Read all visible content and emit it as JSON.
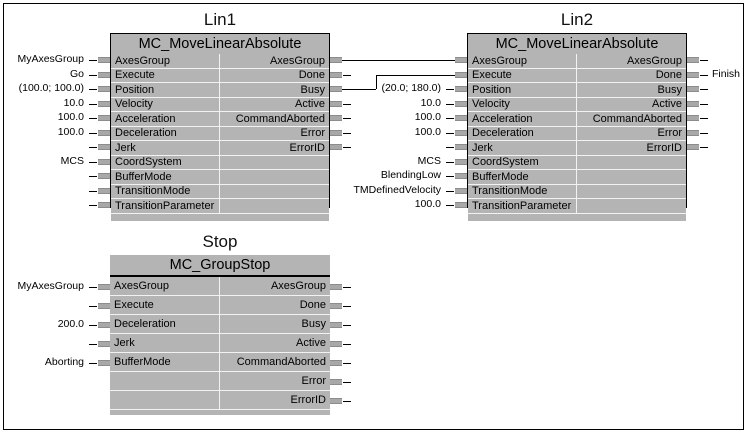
{
  "diagram": {
    "type": "function-block-diagram",
    "language": "IEC 61131-3 FBD",
    "background": "#ffffff",
    "block_fill": "#b4b4b4",
    "line_color": "#000000"
  },
  "blocks": [
    {
      "id": "lin1",
      "instance_name": "Lin1",
      "type_name": "MC_MoveLinearAbsolute",
      "inputs": [
        {
          "name": "AxesGroup",
          "value": "MyAxesGroup"
        },
        {
          "name": "Execute",
          "value": "Go"
        },
        {
          "name": "Position",
          "value": "(100.0; 100.0)"
        },
        {
          "name": "Velocity",
          "value": "10.0"
        },
        {
          "name": "Acceleration",
          "value": "100.0"
        },
        {
          "name": "Deceleration",
          "value": "100.0"
        },
        {
          "name": "Jerk",
          "value": ""
        },
        {
          "name": "CoordSystem",
          "value": "MCS"
        },
        {
          "name": "BufferMode",
          "value": ""
        },
        {
          "name": "TransitionMode",
          "value": ""
        },
        {
          "name": "TransitionParameter",
          "value": ""
        }
      ],
      "outputs": [
        {
          "name": "AxesGroup",
          "value": ""
        },
        {
          "name": "Done",
          "value": ""
        },
        {
          "name": "Busy",
          "value": ""
        },
        {
          "name": "Active",
          "value": ""
        },
        {
          "name": "CommandAborted",
          "value": ""
        },
        {
          "name": "Error",
          "value": ""
        },
        {
          "name": "ErrorID",
          "value": ""
        }
      ]
    },
    {
      "id": "lin2",
      "instance_name": "Lin2",
      "type_name": "MC_MoveLinearAbsolute",
      "inputs": [
        {
          "name": "AxesGroup",
          "value": ""
        },
        {
          "name": "Execute",
          "value": ""
        },
        {
          "name": "Position",
          "value": "(20.0; 180.0)"
        },
        {
          "name": "Velocity",
          "value": "10.0"
        },
        {
          "name": "Acceleration",
          "value": "100.0"
        },
        {
          "name": "Deceleration",
          "value": "100.0"
        },
        {
          "name": "Jerk",
          "value": ""
        },
        {
          "name": "CoordSystem",
          "value": "MCS"
        },
        {
          "name": "BufferMode",
          "value": "BlendingLow"
        },
        {
          "name": "TransitionMode",
          "value": "TMDefinedVelocity"
        },
        {
          "name": "TransitionParameter",
          "value": "100.0"
        }
      ],
      "outputs": [
        {
          "name": "AxesGroup",
          "value": ""
        },
        {
          "name": "Done",
          "value": "Finish"
        },
        {
          "name": "Busy",
          "value": ""
        },
        {
          "name": "Active",
          "value": ""
        },
        {
          "name": "CommandAborted",
          "value": ""
        },
        {
          "name": "Error",
          "value": ""
        },
        {
          "name": "ErrorID",
          "value": ""
        }
      ]
    },
    {
      "id": "stop",
      "instance_name": "Stop",
      "type_name": "MC_GroupStop",
      "inputs": [
        {
          "name": "AxesGroup",
          "value": "MyAxesGroup"
        },
        {
          "name": "Execute",
          "value": ""
        },
        {
          "name": "Deceleration",
          "value": "200.0"
        },
        {
          "name": "Jerk",
          "value": ""
        },
        {
          "name": "BufferMode",
          "value": "Aborting"
        },
        {
          "name": "",
          "value": ""
        },
        {
          "name": "",
          "value": ""
        }
      ],
      "outputs": [
        {
          "name": "AxesGroup",
          "value": ""
        },
        {
          "name": "Done",
          "value": ""
        },
        {
          "name": "Busy",
          "value": ""
        },
        {
          "name": "Active",
          "value": ""
        },
        {
          "name": "CommandAborted",
          "value": ""
        },
        {
          "name": "Error",
          "value": ""
        },
        {
          "name": "ErrorID",
          "value": ""
        }
      ]
    }
  ],
  "connections": [
    {
      "from": "lin1.AxesGroup",
      "to": "lin2.AxesGroup"
    },
    {
      "from": "lin1.Busy",
      "to": "lin2.Execute"
    }
  ]
}
